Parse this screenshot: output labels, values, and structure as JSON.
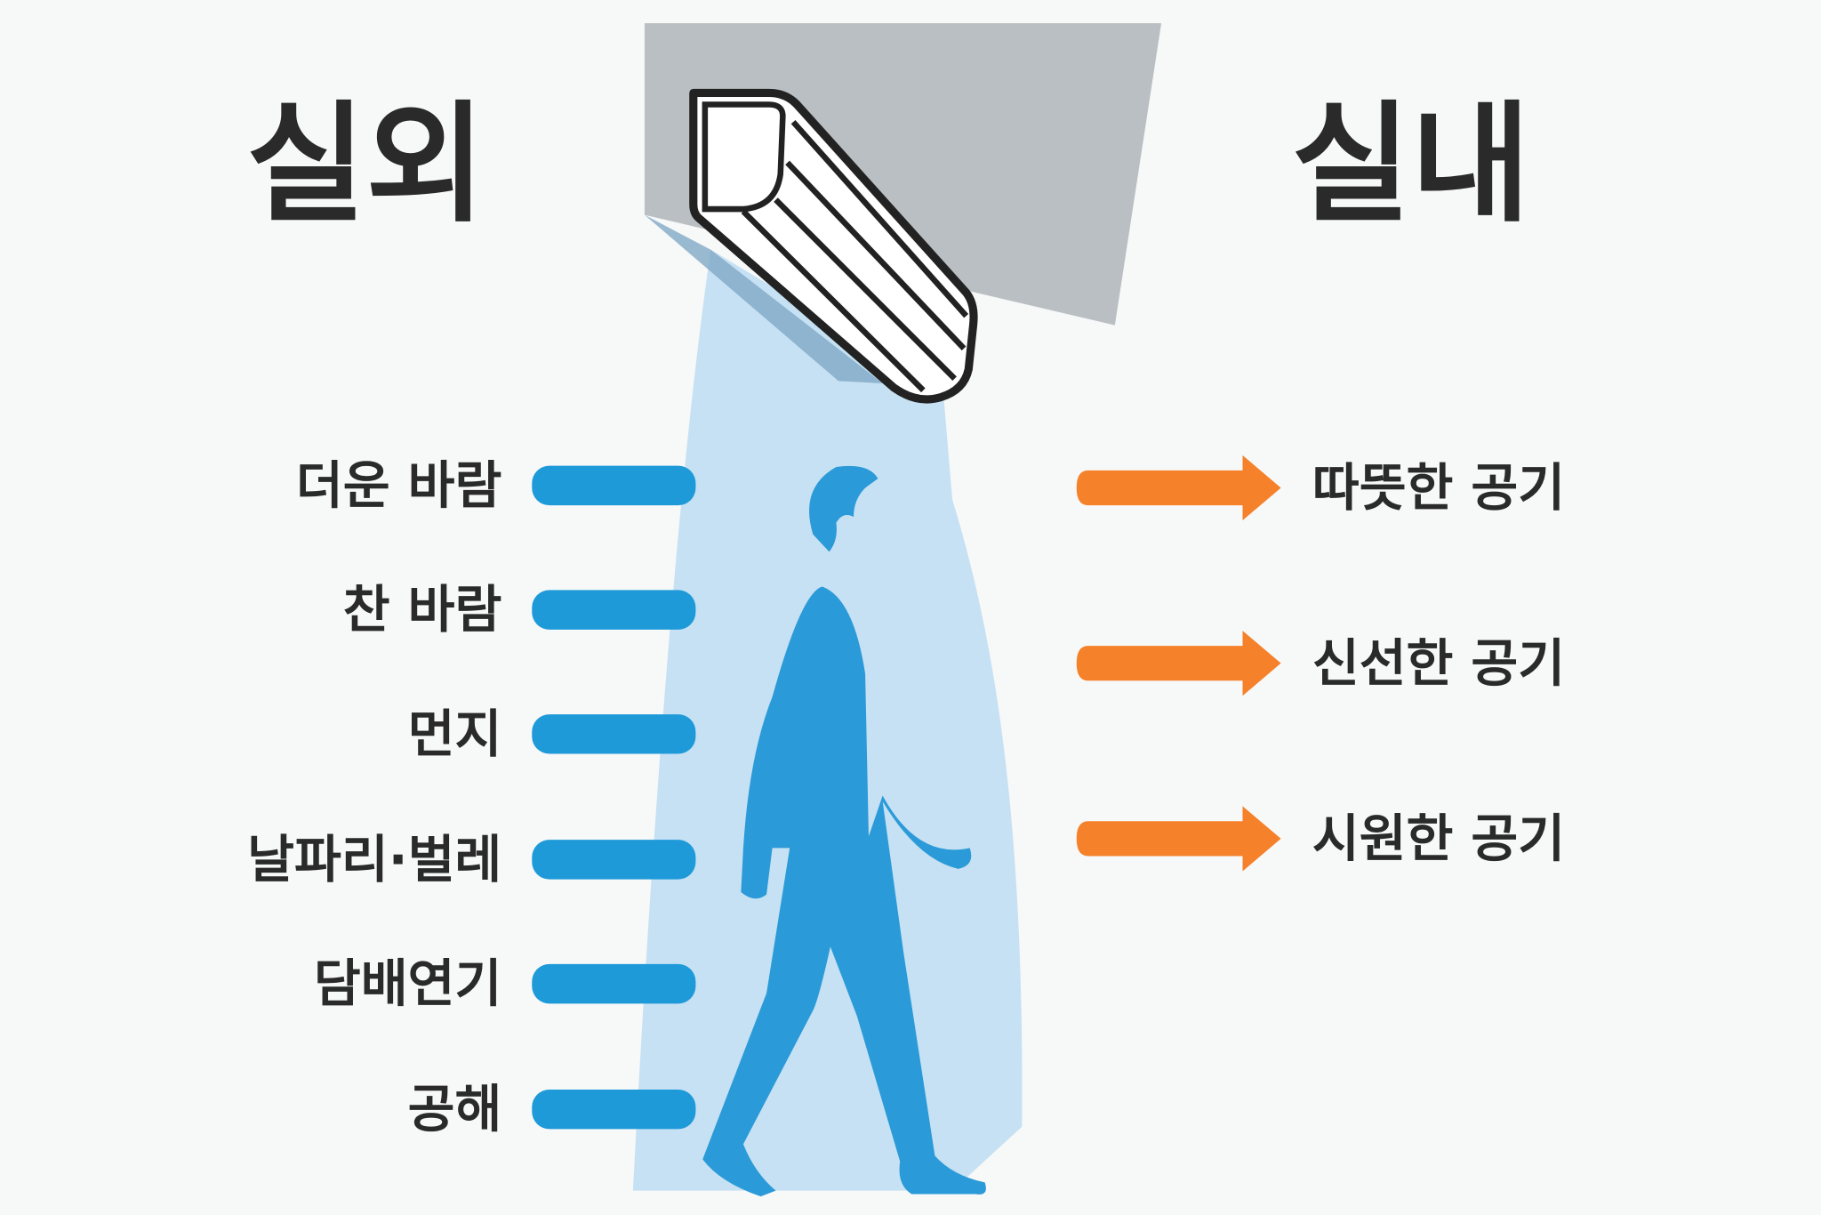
{
  "titles": {
    "outdoor": "실외",
    "indoor": "실내"
  },
  "outdoor_items": [
    "더운 바람",
    "찬 바람",
    "먼지",
    "날파리·벌레",
    "담배연기",
    "공해"
  ],
  "indoor_items": [
    "따뜻한 공기",
    "신선한 공기",
    "시원한 공기"
  ],
  "colors": {
    "blocked_bar": "#1e9ad9",
    "arrow": "#f5812a",
    "beam": "#c3dff2",
    "ceiling": "#b9bfc2",
    "person": "#2b9ad8"
  }
}
